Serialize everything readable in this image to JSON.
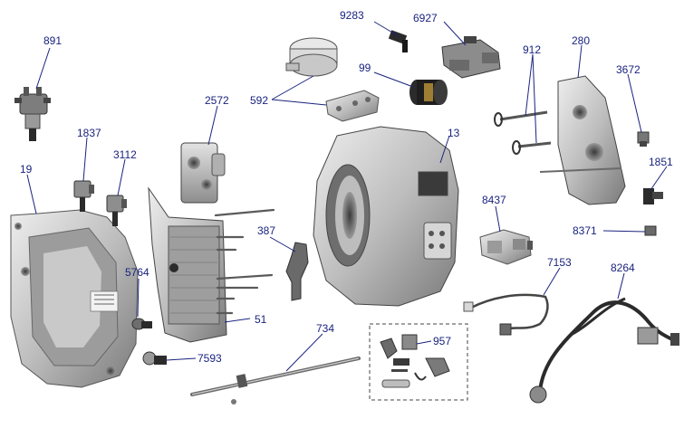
{
  "colors": {
    "label": "#1a237e",
    "leader": "#1a237e",
    "metal_light": "#d8d8d8",
    "metal_mid": "#a9a9a9",
    "metal_dark": "#5a5a5a",
    "black_part": "#1e1e1e",
    "box_dash": "#444444"
  },
  "labels": {
    "p891": "891",
    "p1837": "1837",
    "p3112": "3112",
    "p19": "19",
    "p2572": "2572",
    "p592": "592",
    "p9283": "9283",
    "p6927": "6927",
    "p99": "99",
    "p13": "13",
    "p912": "912",
    "p280": "280",
    "p3672": "3672",
    "p1851": "1851",
    "p8437": "8437",
    "p8371": "8371",
    "p387": "387",
    "p5764": "5764",
    "p51": "51",
    "p7593": "7593",
    "p734": "734",
    "p957": "957",
    "p7153": "7153",
    "p8264": "8264"
  }
}
